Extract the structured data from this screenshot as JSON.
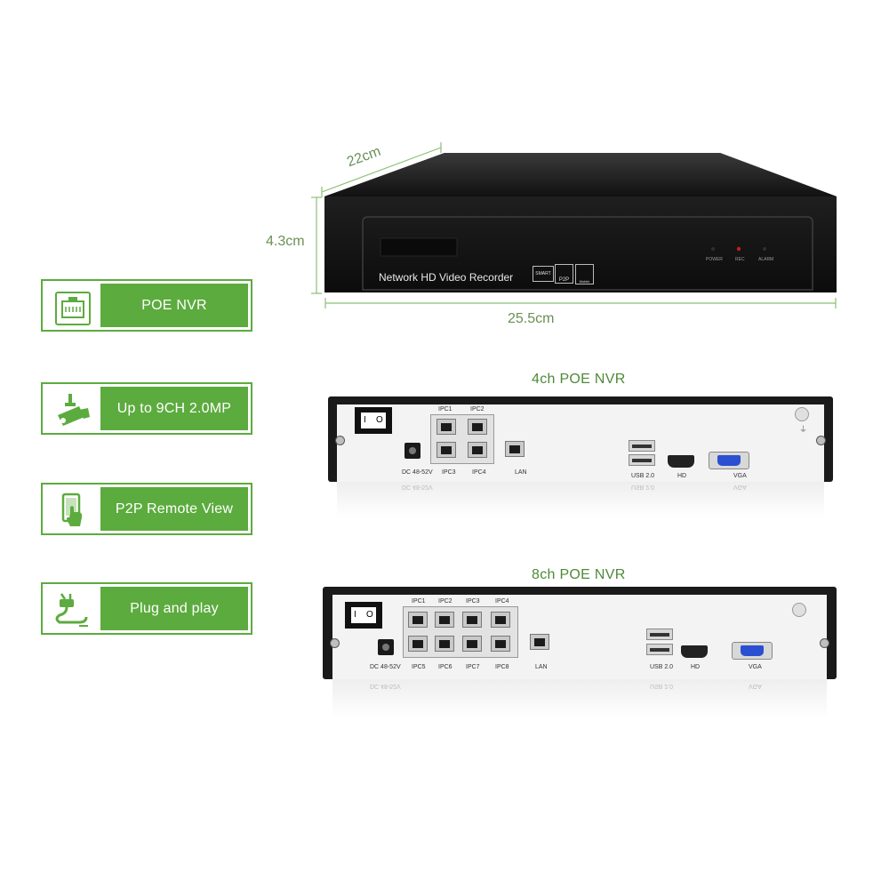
{
  "features": [
    {
      "label": "POE NVR",
      "icon": "ethernet-port-icon"
    },
    {
      "label": "Up to 9CH 2.0MP",
      "icon": "security-camera-icon"
    },
    {
      "label": "P2P Remote View",
      "icon": "smartphone-hand-icon"
    },
    {
      "label": "Plug and play",
      "icon": "power-plug-icon"
    }
  ],
  "dimensions": {
    "depth": "22cm",
    "height": "4.3cm",
    "width": "25.5cm"
  },
  "front": {
    "title": "Network HD Video Recorder",
    "badges": [
      "SMART",
      "P2P",
      "Mobile"
    ],
    "leds": [
      "POWER",
      "REC",
      "ALARM"
    ]
  },
  "panel4": {
    "caption": "4ch POE NVR",
    "ipc_top": [
      "IPC1",
      "IPC2"
    ],
    "ipc_bottom": [
      "IPC3",
      "IPC4"
    ],
    "dc": "DC 48-52V",
    "lan": "LAN",
    "usb": "USB 2.0",
    "hd": "HD",
    "vga": "VGA"
  },
  "panel8": {
    "caption": "8ch POE NVR",
    "ipc_top": [
      "IPC1",
      "IPC2",
      "IPC3",
      "IPC4"
    ],
    "ipc_bottom": [
      "IPC5",
      "IPC6",
      "IPC7",
      "IPC8"
    ],
    "dc": "DC 48-52V",
    "lan": "LAN",
    "usb": "USB 2.0",
    "hd": "HD",
    "vga": "VGA"
  },
  "colors": {
    "accent": "#5cab3e",
    "caption": "#4e8a37",
    "device": "#1a1a1a"
  }
}
